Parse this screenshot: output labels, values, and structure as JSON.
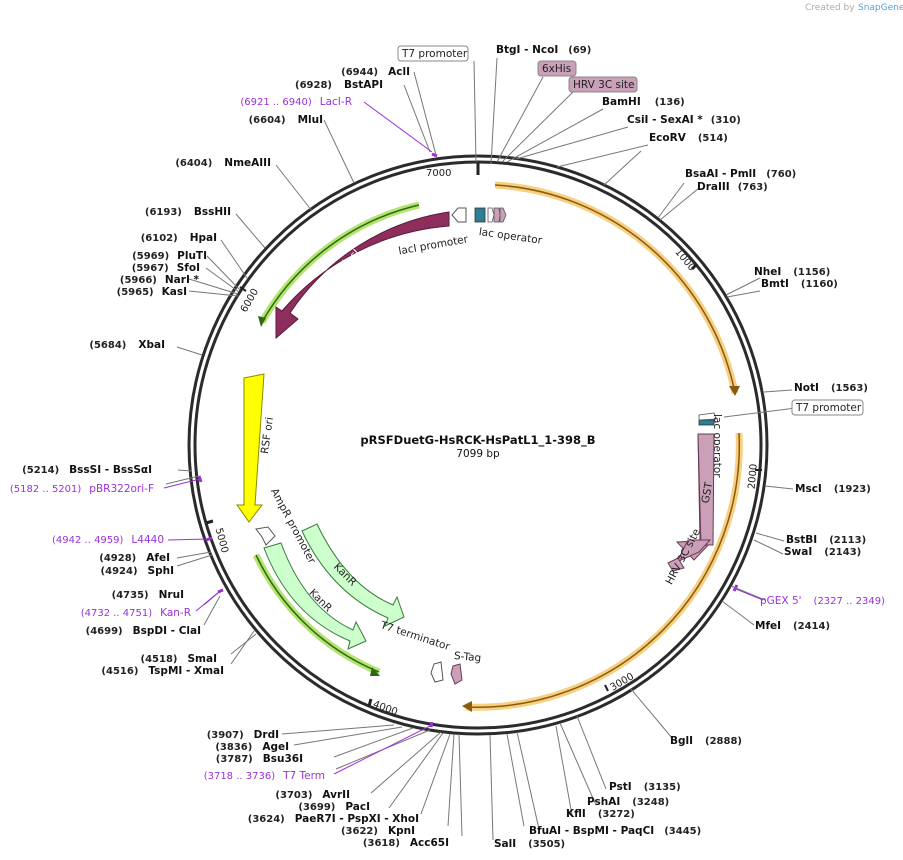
{
  "credit": {
    "prefix": "Created by",
    "brand": "SnapGene"
  },
  "plasmid": {
    "name": "pRSFDuetG-HsRCK-HsPatL1_1-398_B",
    "size": "7099 bp"
  },
  "ticks": [
    "1000",
    "2000",
    "3000",
    "4000",
    "5000",
    "6000",
    "7000"
  ],
  "sites": [
    {
      "name": "BtgI",
      "name2": "NcoI",
      "pos": "(69)"
    },
    {
      "name": "BamHI",
      "pos": "(136)"
    },
    {
      "name": "CsiI",
      "name2": "SexAI *",
      "pos": "(310)"
    },
    {
      "name": "EcoRV",
      "pos": "(514)"
    },
    {
      "name": "BsaAI",
      "name2": "PmlI",
      "pos": "(760)"
    },
    {
      "name": "DraIII",
      "pos": "(763)"
    },
    {
      "name": "NheI",
      "pos": "(1156)"
    },
    {
      "name": "BmtI",
      "pos": "(1160)"
    },
    {
      "name": "NotI",
      "pos": "(1563)"
    },
    {
      "name": "MscI",
      "pos": "(1923)"
    },
    {
      "name": "BstBI",
      "pos": "(2113)"
    },
    {
      "name": "SwaI",
      "pos": "(2143)"
    },
    {
      "name": "MfeI",
      "pos": "(2414)"
    },
    {
      "name": "BglI",
      "pos": "(2888)"
    },
    {
      "name": "PstI",
      "pos": "(3135)"
    },
    {
      "name": "PshAI",
      "pos": "(3248)"
    },
    {
      "name": "KflI",
      "pos": "(3272)"
    },
    {
      "name": "BfuAI",
      "name2": "BspMI",
      "name3": "PaqCI",
      "pos": "(3445)"
    },
    {
      "name": "SalI",
      "pos": "(3505)"
    },
    {
      "name": "Acc65I",
      "pos": "(3618)"
    },
    {
      "name": "KpnI",
      "pos": "(3622)"
    },
    {
      "name": "PaeR7I",
      "name2": "PspXI",
      "name3": "XhoI",
      "pos": "(3624)"
    },
    {
      "name": "PacI",
      "pos": "(3699)"
    },
    {
      "name": "AvrII",
      "pos": "(3703)"
    },
    {
      "name": "Bsu36I",
      "pos": "(3787)"
    },
    {
      "name": "AgeI",
      "pos": "(3836)"
    },
    {
      "name": "DrdI",
      "pos": "(3907)"
    },
    {
      "name": "TspMI",
      "name2": "XmaI",
      "pos": "(4516)"
    },
    {
      "name": "SmaI",
      "pos": "(4518)"
    },
    {
      "name": "BspDI",
      "name2": "ClaI",
      "pos": "(4699)"
    },
    {
      "name": "NruI",
      "pos": "(4735)"
    },
    {
      "name": "SphI",
      "pos": "(4924)"
    },
    {
      "name": "AfeI",
      "pos": "(4928)"
    },
    {
      "name": "BssSI",
      "name2": "BssSαI",
      "pos": "(5214)"
    },
    {
      "name": "XbaI",
      "pos": "(5684)"
    },
    {
      "name": "KasI",
      "pos": "(5965)"
    },
    {
      "name": "NarI *",
      "pos": "(5966)"
    },
    {
      "name": "SfoI",
      "pos": "(5967)"
    },
    {
      "name": "PluTI",
      "pos": "(5969)"
    },
    {
      "name": "HpaI",
      "pos": "(6102)"
    },
    {
      "name": "BssHII",
      "pos": "(6193)"
    },
    {
      "name": "NmeAIII",
      "pos": "(6404)"
    },
    {
      "name": "MluI",
      "pos": "(6604)"
    },
    {
      "name": "BstAPI",
      "pos": "(6928)"
    },
    {
      "name": "AclI",
      "pos": "(6944)"
    }
  ],
  "primers": [
    {
      "name": "LacI-R",
      "range": "(6921 .. 6940)"
    },
    {
      "name": "pGEX 5'",
      "range": "(2327 .. 2349)"
    },
    {
      "name": "T7 Term",
      "range": "(3718 .. 3736)"
    },
    {
      "name": "Kan-R",
      "range": "(4732 .. 4751)"
    },
    {
      "name": "L4440",
      "range": "(4942 .. 4959)"
    },
    {
      "name": "pBR322ori-F",
      "range": "(5182 .. 5201)"
    }
  ],
  "boxed_labels": {
    "t7_promoter_top": "T7 promoter",
    "his_tag": "6xHis",
    "hrv_3c_site": "HRV 3C site",
    "t7_promoter_right": "T7 promoter"
  },
  "features": {
    "laci": "lacI",
    "laci_promoter": "lacI promoter",
    "lac_operator_top": "lac operator",
    "lac_operator_right": "lac operator",
    "gst": "GST",
    "hrv_3c_site_inner": "HRV 3C site",
    "rsf_ori": "RSF ori",
    "ampr_promoter": "AmpR promoter",
    "kanr_outer": "KanR",
    "kanr_inner": "KanR",
    "t7_terminator": "T7 terminator",
    "s_tag": "S-Tag"
  },
  "colors": {
    "backbone": "#2b2b2b",
    "laci": "#8e2e5d",
    "gst": "#c9a0b8",
    "rsf_ori": "#ffff00",
    "kanr": "#ccffcc",
    "primer": "#9b30d9",
    "orf_highlight_orange": "#f5c76a",
    "orf_highlight_green": "#a8de5a",
    "operator": "#2e7e96",
    "tag": "#c9a0b8"
  }
}
